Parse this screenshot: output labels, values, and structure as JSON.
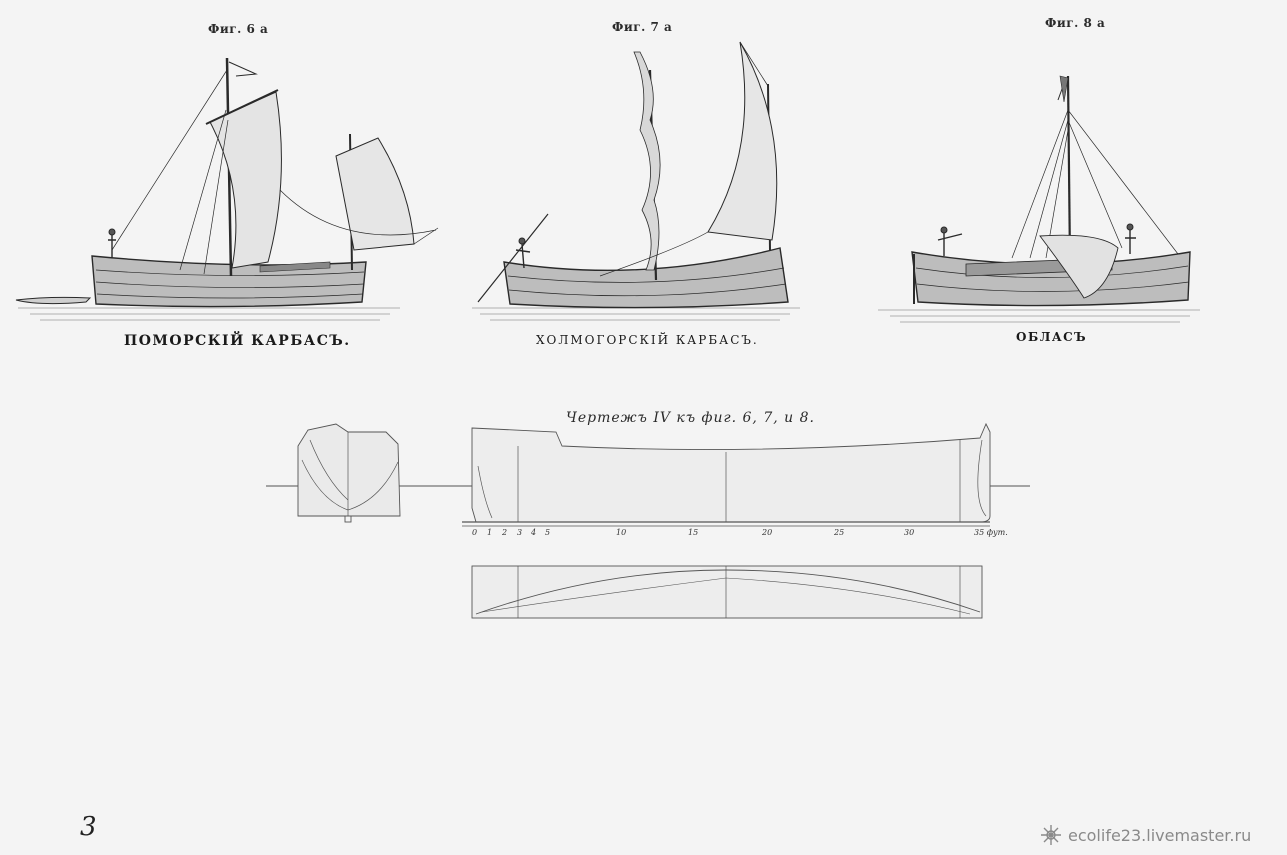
{
  "figures": [
    {
      "label": "Фиг. 6 а",
      "caption": "ПОМОРСКІЙ КАРБАСЪ."
    },
    {
      "label": "Фиг. 7 а",
      "caption": "ХОЛМОГОРСКІЙ КАРБАСЪ."
    },
    {
      "label": "Фиг. 8 а",
      "caption": "ОБЛАСЪ"
    }
  ],
  "drawing": {
    "title": "Чертежъ IV къ фиг. 6, 7, и 8.",
    "scale_ticks": [
      "0",
      "1",
      "2",
      "3",
      "4",
      "5",
      "10",
      "15",
      "20",
      "25",
      "30",
      "35 фут."
    ]
  },
  "page_number": "3",
  "watermark": {
    "text": "ecolife23.livemaster.ru",
    "icon": "snowflake-logo-icon"
  },
  "colors": {
    "ink": "#2a2a2a",
    "paper": "#f4f4f4",
    "watermark": "#8a8a8a"
  }
}
